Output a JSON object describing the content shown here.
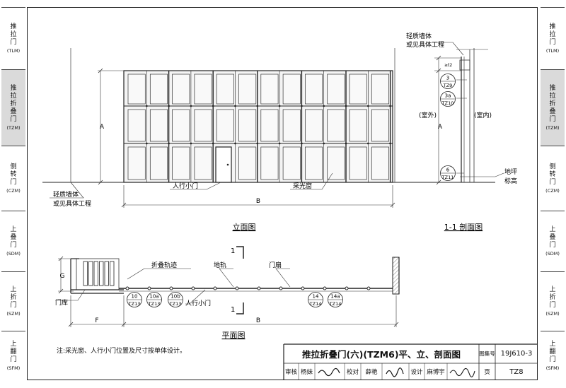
{
  "side_tabs": [
    {
      "id": "tlm",
      "chars": [
        "推",
        "拉",
        "门"
      ],
      "code": "(TLM)",
      "active": false
    },
    {
      "id": "tzm",
      "chars": [
        "推",
        "拉",
        "折",
        "叠",
        "门"
      ],
      "code": "(TZM)",
      "active": true
    },
    {
      "id": "czm",
      "chars": [
        "侧",
        "转",
        "门"
      ],
      "code": "(CZM)",
      "active": false
    },
    {
      "id": "sdm",
      "chars": [
        "上",
        "叠",
        "门"
      ],
      "code": "(SDM)",
      "active": false
    },
    {
      "id": "szm",
      "chars": [
        "上",
        "折",
        "门"
      ],
      "code": "(SZM)",
      "active": false
    },
    {
      "id": "sfm",
      "chars": [
        "上",
        "翻",
        "门"
      ],
      "code": "(SFM)",
      "active": false
    }
  ],
  "elevation": {
    "title": "立面图",
    "dim_height": "A",
    "dim_width": "B",
    "label_wall_1": "轻质墙体",
    "label_wall_2": "或见具体工程",
    "label_small_door": "人行小门",
    "label_skylight": "采光窗"
  },
  "section": {
    "title": "1-1  剖面图",
    "label_wall_1": "轻质墙体",
    "label_wall_2": "或见具体工程",
    "label_outside": "(室外)",
    "label_inside": "(室内)",
    "dim_height": "A",
    "dim_small": "≥t2",
    "label_floor_1": "地坪",
    "label_floor_2": "标高",
    "callouts": [
      {
        "num": "3",
        "ref": "TZ9"
      },
      {
        "num": "3a",
        "ref": "TZ10"
      },
      {
        "num": "6",
        "ref": "TZ11"
      }
    ]
  },
  "plan": {
    "title": "平面图",
    "dim_g": "G",
    "dim_f": "F",
    "dim_b": "B",
    "section_mark_top": "1",
    "section_mark_bottom": "1",
    "label_track": "折叠轨迹",
    "label_rail": "地轨",
    "label_leaf": "门扇",
    "label_garage": "门库",
    "label_small_door": "人行小门",
    "callouts": [
      {
        "num": "10",
        "ref": "TZ13"
      },
      {
        "num": "10a",
        "ref": "TZ13"
      },
      {
        "num": "10b",
        "ref": "TZ13"
      },
      {
        "num": "14",
        "ref": "TZ14"
      },
      {
        "num": "14a",
        "ref": "TZ14"
      }
    ]
  },
  "note": "注:采光窗、人行小门位置及尺寸按单体设计。",
  "title_block": {
    "drawing_title": "推拉折叠门(六)(TZM6)平、立、剖面图",
    "atlas_label": "图集号",
    "atlas_no": "19J610-3",
    "review_label": "审核",
    "review_name": "杨妹",
    "check_label": "校对",
    "check_name": "薛艳",
    "design_label": "设计",
    "design_name": "麻博宇",
    "page_label": "页",
    "page_no": "TZ8"
  }
}
